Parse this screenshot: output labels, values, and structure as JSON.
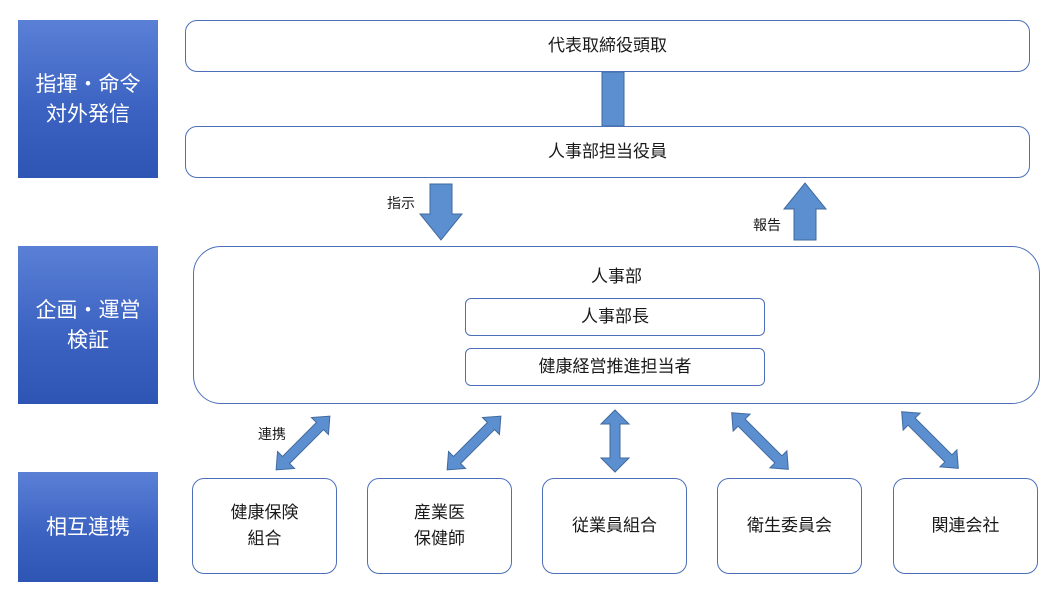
{
  "side_labels": {
    "command": "指揮・命令\n対外発信",
    "planning": "企画・運営\n検証",
    "cooperation": "相互連携"
  },
  "boxes": {
    "ceo": "代表取締役頭取",
    "hr_officer": "人事部担当役員",
    "hr_dept": "人事部",
    "hr_head": "人事部長",
    "health_manager": "健康経営推進担当者"
  },
  "partners": [
    "健康保険\n組合",
    "産業医\n保健師",
    "従業員組合",
    "衛生委員会",
    "関連会社"
  ],
  "flow_labels": {
    "instruction": "指示",
    "report": "報告",
    "cooperation": "連携"
  },
  "colors": {
    "label_fill": "#3c63c2",
    "arrow_fill": "#5b8fd0",
    "arrow_stroke": "#41699e",
    "box_border": "#4c6fb8"
  }
}
